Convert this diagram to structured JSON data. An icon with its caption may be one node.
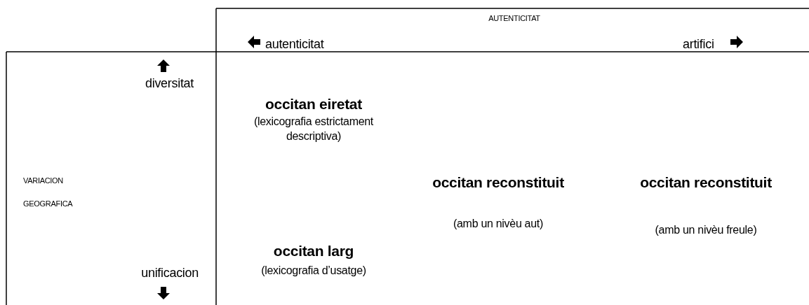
{
  "diagram": {
    "labels": [
      "AUTENTICITAT",
      "autenticitat",
      "artifici",
      "diversitat",
      "VARIACION GEOGRAFICA",
      "unificacion",
      "occitan eiretat",
      "(lexicografia estrictament descriptiva)",
      "occitan reconstituit",
      "(amb un nivèu aut)",
      "occitan reconstituit",
      "(amb un nivèu freule)",
      "occitan larg",
      "(lexicografia d’usatge)"
    ]
  }
}
